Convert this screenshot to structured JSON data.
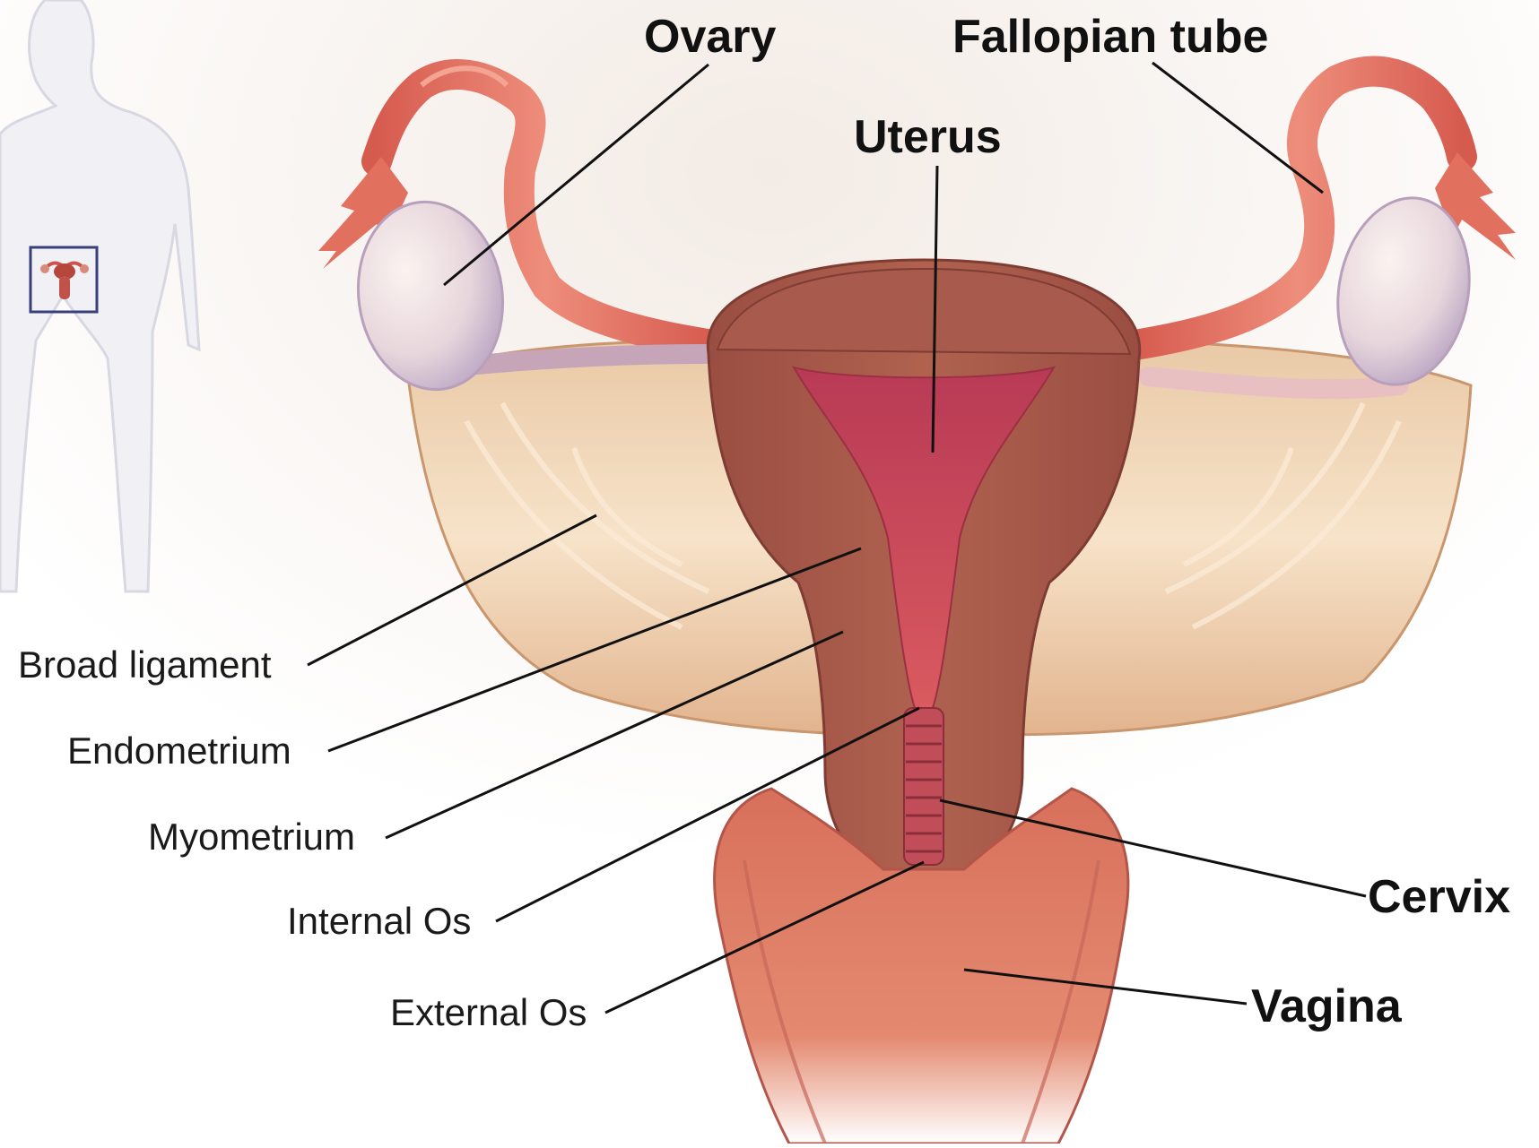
{
  "labels": {
    "ovary": "Ovary",
    "fallopian_tube": "Fallopian tube",
    "uterus": "Uterus",
    "broad_ligament": "Broad ligament",
    "endometrium": "Endometrium",
    "myometrium": "Myometrium",
    "internal_os": "Internal Os",
    "external_os": "External Os",
    "cervix": "Cervix",
    "vagina": "Vagina"
  },
  "colors": {
    "background": "#ffffff",
    "ligament": "#efcfa8",
    "myometrium": "#a85a4c",
    "endometrium": "#c8465a",
    "fallopian_tube": "#e0705e",
    "ovary": "#e6dbe8",
    "vagina": "#dc7a62",
    "silhouette": "#f0f0f4",
    "inset_box": "#3a3f7a"
  },
  "icons": {
    "body_silhouette": "female-body-silhouette-icon"
  }
}
